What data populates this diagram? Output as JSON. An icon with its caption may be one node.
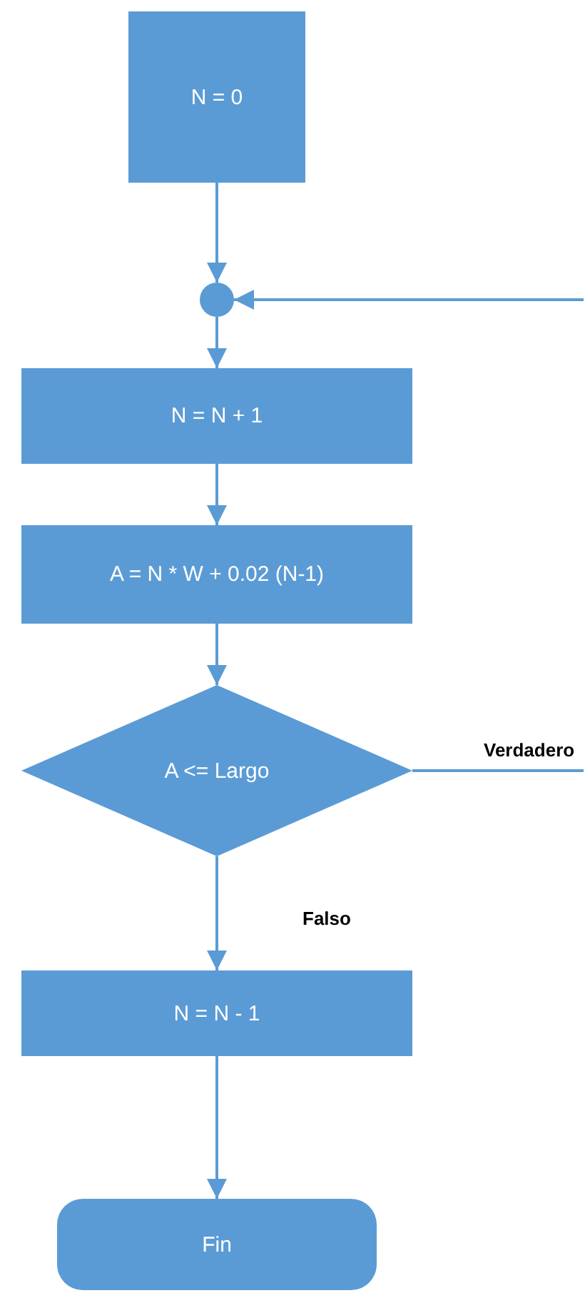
{
  "diagram": {
    "nodes": [
      {
        "text": [
          "N = 0"
        ]
      },
      {
        "text": [],
        "shape": "circle"
      },
      {
        "text": [
          "N = N + 1"
        ]
      },
      {
        "text": [
          "A = N * W + 0.02 (N-1)"
        ]
      },
      {
        "text": [
          "A <= Largo"
        ]
      },
      {
        "text": [
          "N = N - 1"
        ]
      },
      {
        "text": [
          "Fin"
        ]
      }
    ],
    "edges": [
      {
        "from": 0,
        "to": 1,
        "arrow": "to"
      },
      {
        "from": null,
        "to": 1,
        "arrow": "to"
      },
      {
        "from": 1,
        "to": 2,
        "arrow": "to"
      },
      {
        "from": 2,
        "to": 3,
        "arrow": "to"
      },
      {
        "from": 3,
        "to": 4,
        "arrow": "to"
      },
      {
        "from": 4,
        "to": null,
        "label": "Verdadero",
        "arrow": "none"
      },
      {
        "from": 4,
        "to": 5,
        "label": "Falso",
        "arrow": "to"
      },
      {
        "from": 5,
        "to": 6,
        "arrow": "to"
      }
    ]
  }
}
